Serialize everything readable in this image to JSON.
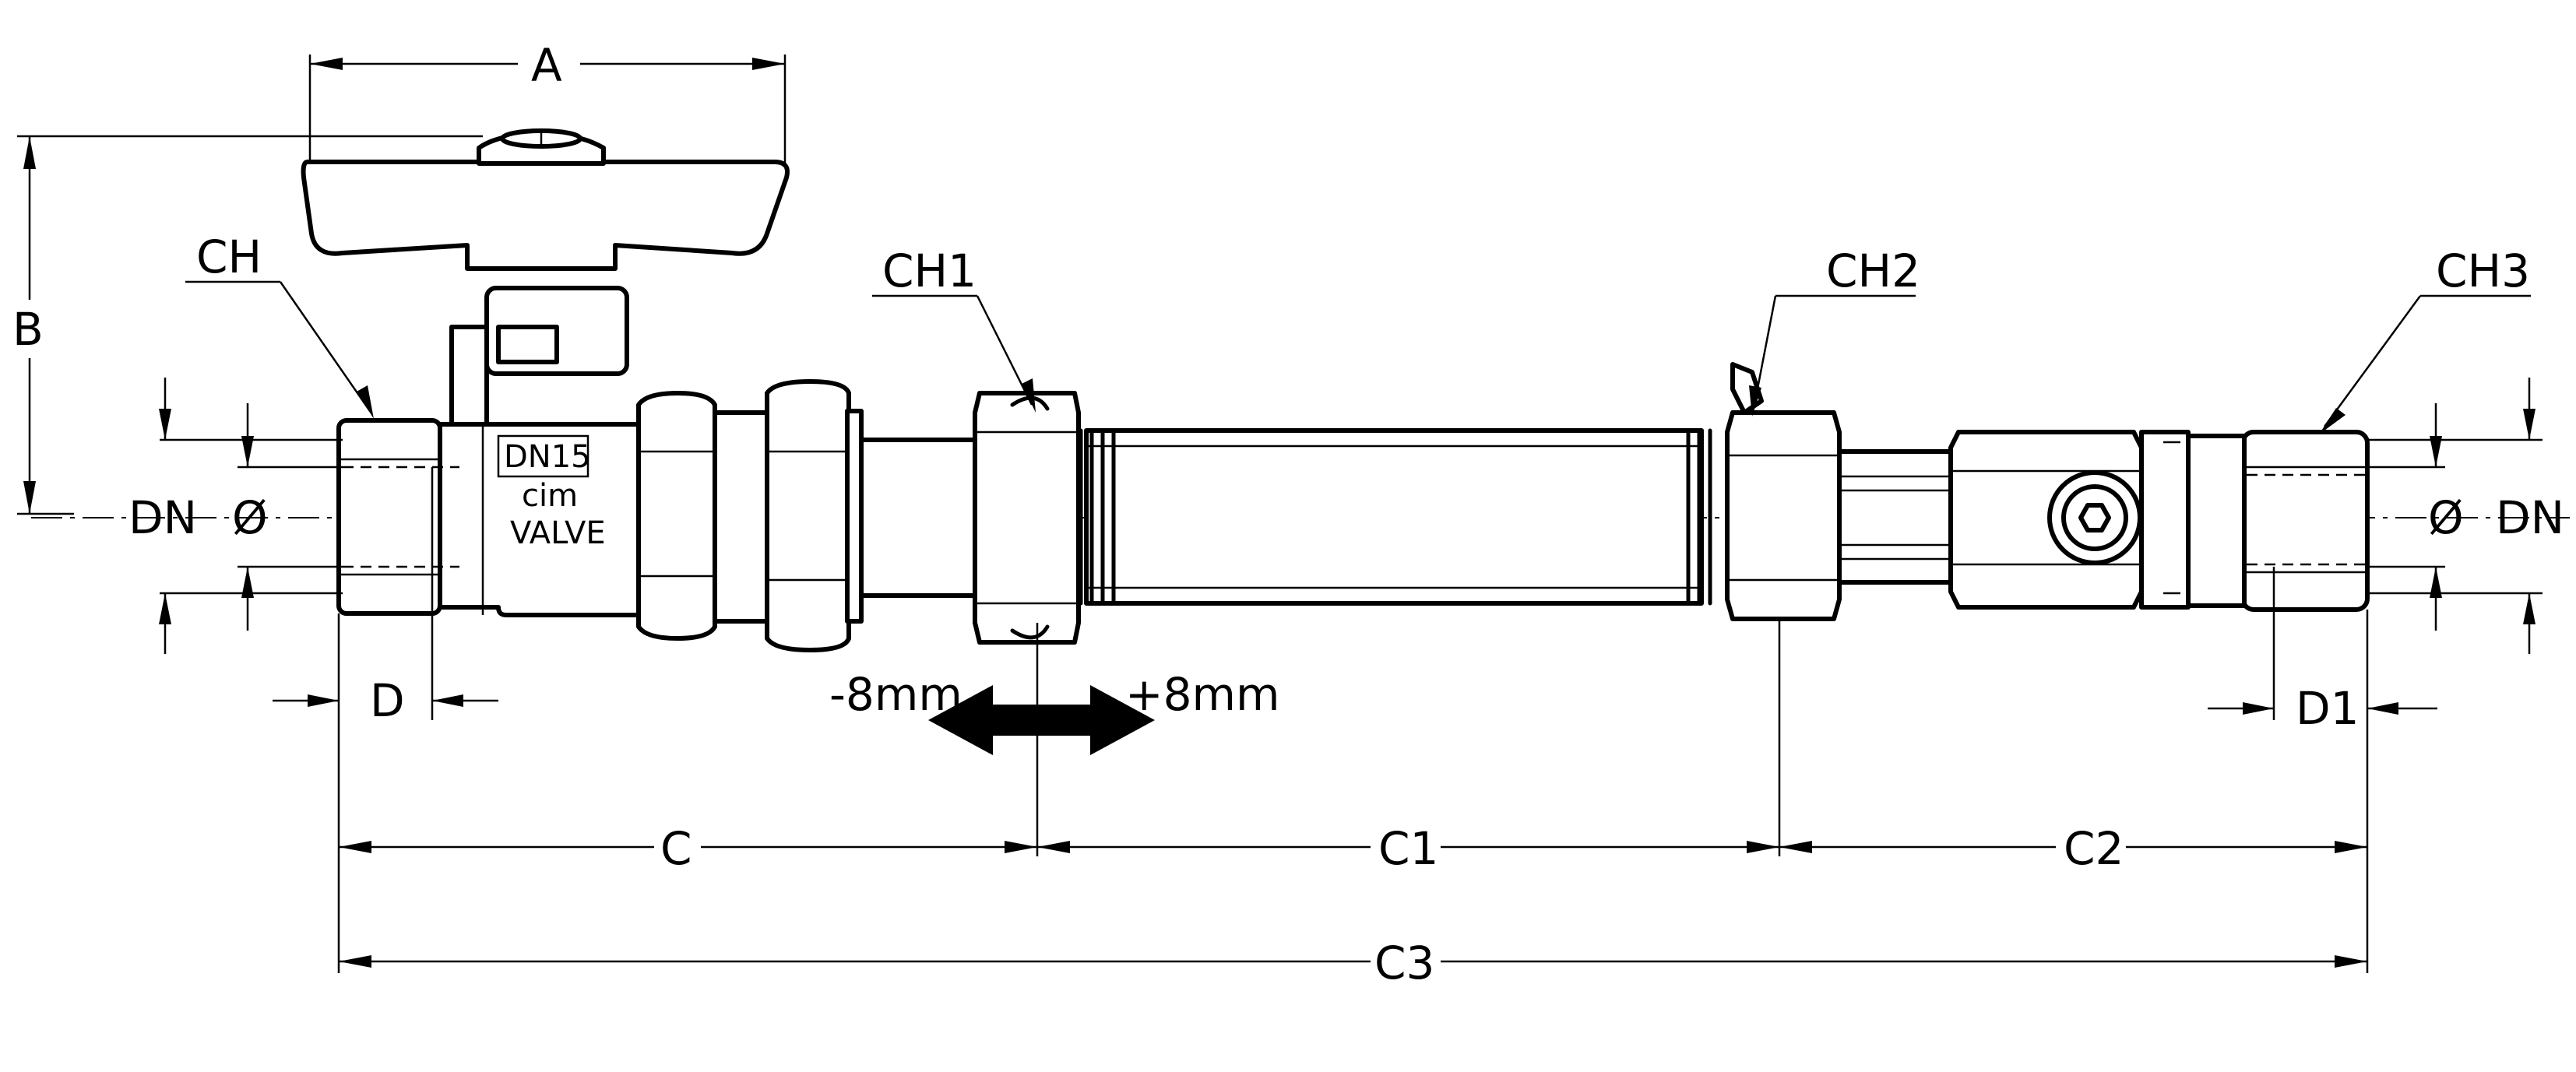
{
  "labels": {
    "a": "A",
    "b": "B",
    "ch": "CH",
    "ch1": "CH1",
    "ch2": "CH2",
    "ch3": "CH3",
    "dn_left": "DN",
    "dn_right": "DN",
    "dia_left": "Ø",
    "dia_right": "Ø",
    "d": "D",
    "d1": "D1",
    "c": "C",
    "c1": "C1",
    "c2": "C2",
    "c3": "C3",
    "minus_8mm": "-8mm",
    "plus_8mm": "+8mm"
  },
  "body_markings": {
    "size": "DN15",
    "brand": "cim",
    "model": "VALVE"
  },
  "icons": {
    "adjust_arrow": "double-headed-arrow-icon",
    "hex_socket": "hex-socket-icon"
  }
}
